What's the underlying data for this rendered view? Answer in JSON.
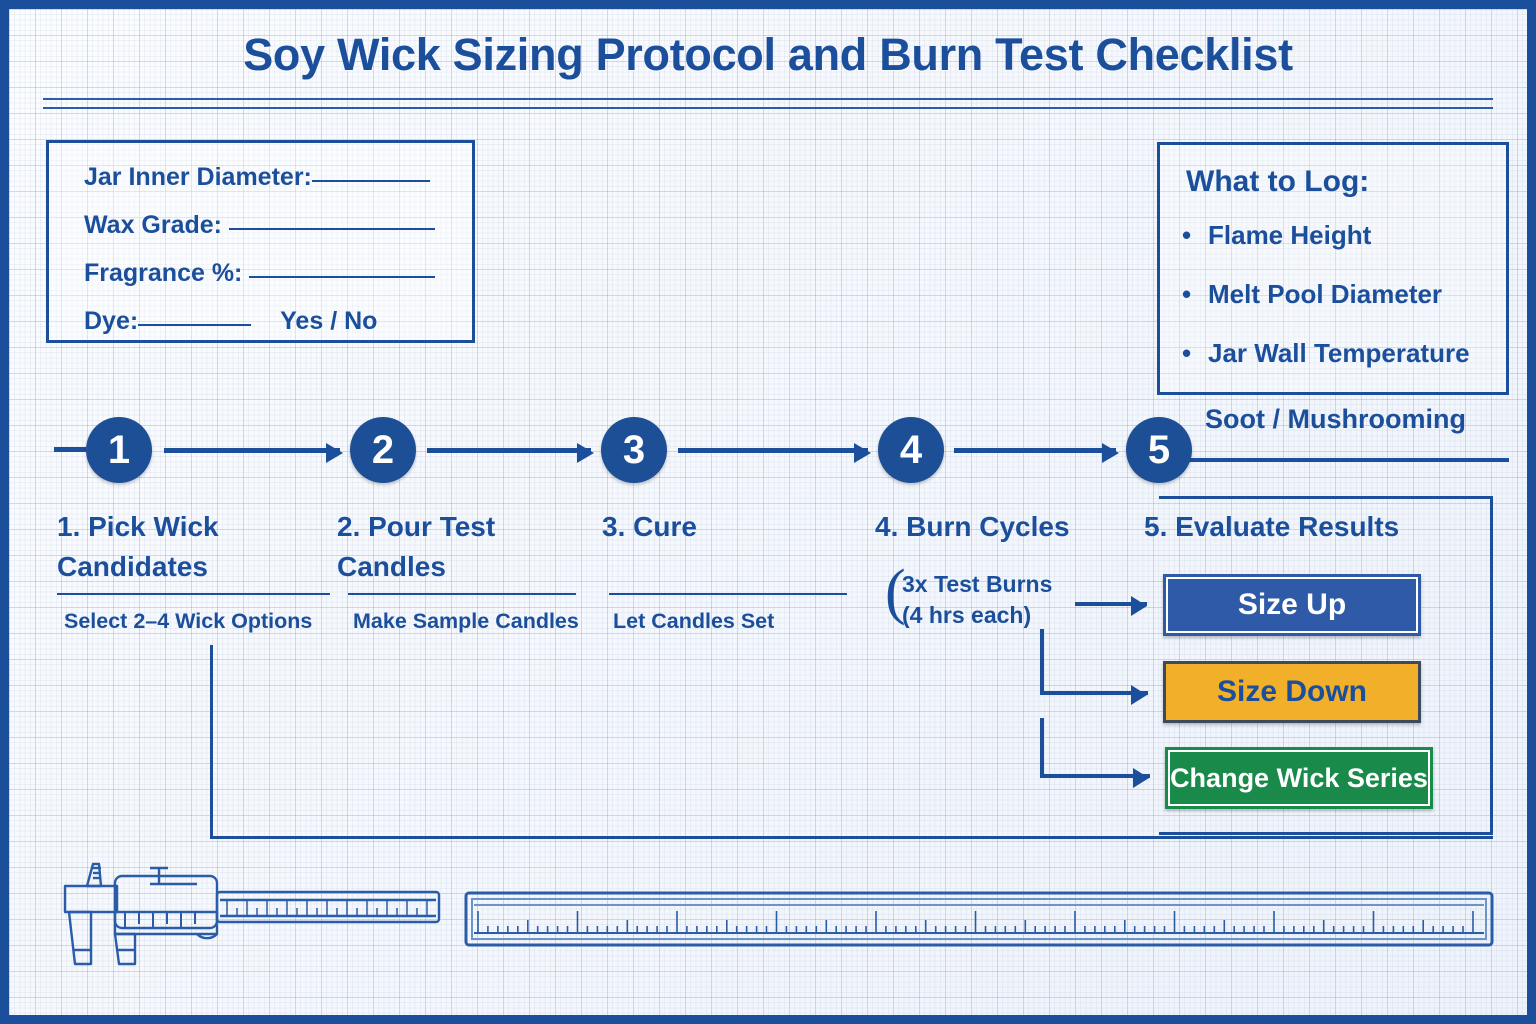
{
  "page": {
    "title": "Soy Wick Sizing Protocol and Burn Test Checklist",
    "accent_blue": "#1b4f9c",
    "chip_blue": "#2f5aa8",
    "chip_amber": "#f2b02a",
    "chip_green": "#1a8a4b"
  },
  "info_box": {
    "rows": [
      {
        "label": "Jar Inner Diameter:",
        "blank_width": 118,
        "suffix": ""
      },
      {
        "label": "Wax Grade:",
        "blank_width": 206,
        "suffix": ""
      },
      {
        "label": "Fragrance %:",
        "blank_width": 186,
        "suffix": ""
      },
      {
        "label": "Dye:",
        "blank_width": 113,
        "suffix": "Yes  /  No"
      }
    ]
  },
  "log_box": {
    "title": "What to Log:",
    "items": [
      {
        "label": "Flame Height",
        "bullet": true
      },
      {
        "label": "Melt Pool Diameter",
        "bullet": true
      },
      {
        "label": "Jar Wall Temperature",
        "bullet": true
      },
      {
        "label": "Soot / Mushrooming",
        "bullet": false
      }
    ]
  },
  "flow": {
    "steps": [
      {
        "num": "1",
        "title": "1. Pick Wick\nCandidates",
        "sub": "Select 2–4 Wick Options"
      },
      {
        "num": "2",
        "title": "2. Pour Test\nCandles",
        "sub": "Make Sample Candles"
      },
      {
        "num": "3",
        "title": "3. Cure",
        "sub": "Let Candles Set"
      },
      {
        "num": "4",
        "title": "4. Burn Cycles",
        "sub": ""
      },
      {
        "num": "5",
        "title": "5. Evaluate Results",
        "sub": ""
      }
    ],
    "burn_note_line1": "3x Test Burns",
    "burn_note_line2": "(4 hrs each)"
  },
  "results": {
    "chips": [
      {
        "label": "Size Up",
        "color": "#2f5aa8"
      },
      {
        "label": "Size Down",
        "color": "#f2b02a"
      },
      {
        "label": "Change Wick Series",
        "color": "#1a8a4b"
      }
    ]
  },
  "tools": {
    "caliper": "vernier-caliper",
    "ruler": "ruler"
  }
}
